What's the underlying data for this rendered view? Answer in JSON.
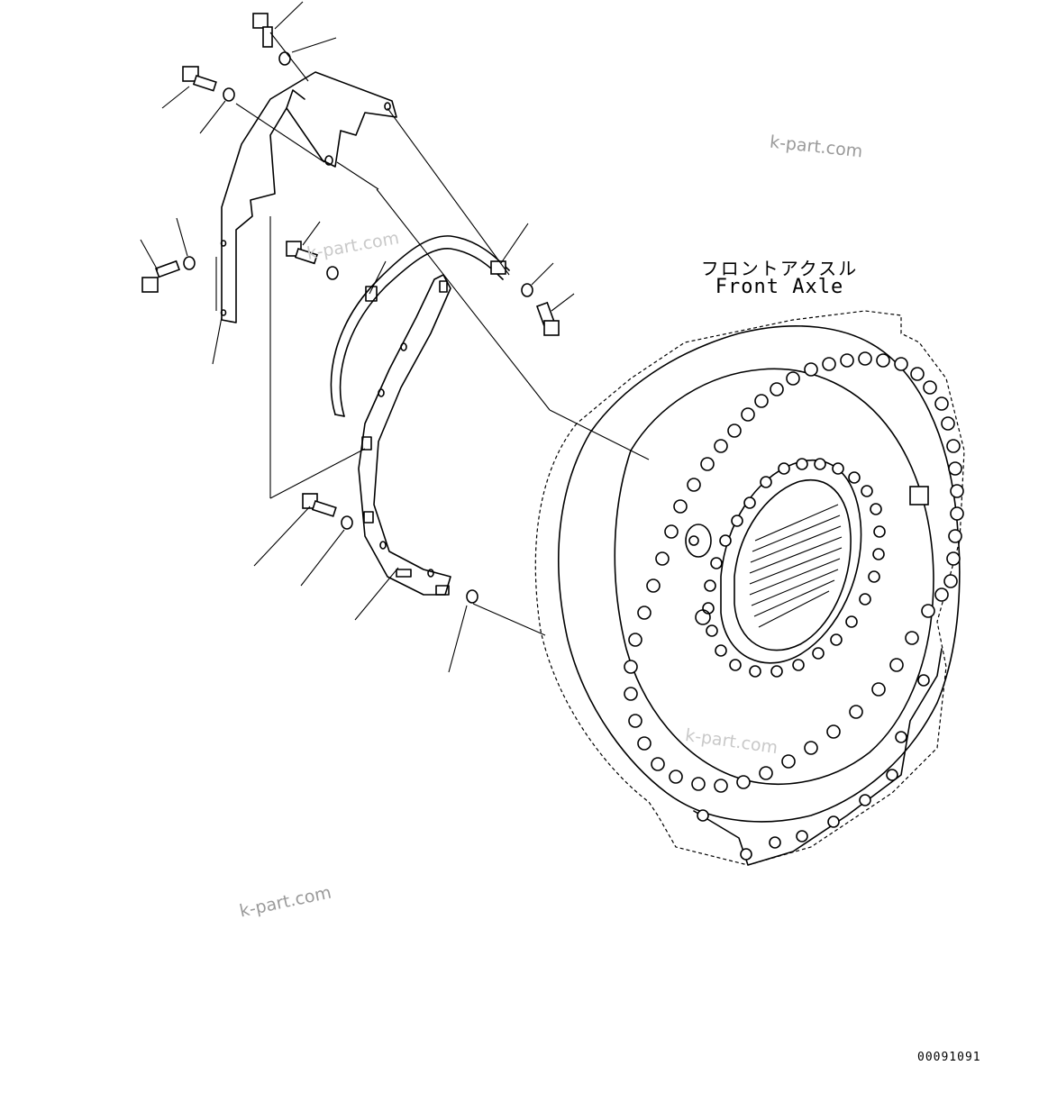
{
  "title_jp": "フロントアクスル",
  "title_en": "Front Axle",
  "watermarks": [
    "k-part.com",
    "k-part.com",
    "k-part.com",
    "k-part.com"
  ],
  "drawing_code": "00091091",
  "colors": {
    "line": "#000000",
    "background": "#ffffff",
    "watermark": "#9a9a9a"
  }
}
